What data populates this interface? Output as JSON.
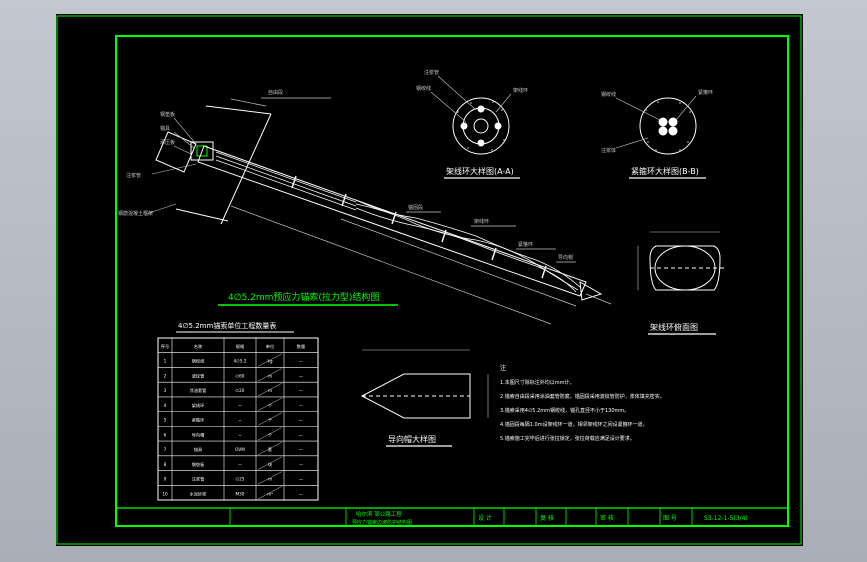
{
  "colors": {
    "background": "#000000",
    "frame": "#00ff00",
    "linework": "#ffffff",
    "dimension": "#c8c8c8",
    "hatch": "#ffffff",
    "viewport": "#b8bcc4"
  },
  "drawing": {
    "main_title": "4∅5.2mm预应力锚索(拉力型)结构图",
    "table_title": "4∅5.2mm锚索单位工程数量表",
    "section_aa_title": "架线环大样图(A-A)",
    "section_bb_title": "紧箍环大样图(B-B)",
    "front_view_title": "架线环俯面图",
    "guide_cap_title": "导向帽大样图",
    "notes_heading": "注",
    "notes": [
      "1.本图尺寸除标注外均以mm计。",
      "2.锚索自由段采用涂油套管防腐，锚固段采用波纹管防护，浆体填充密实。",
      "3.锚索采用4∅5.2mm钢绞线，锚孔直径不小于130mm。",
      "4.锚固段每隔1.0m设架线环一道，相邻架线环之间设紧箍环一道。",
      "5.锚索施工完毕后进行张拉锁定，张拉荷载应满足设计要求。"
    ]
  },
  "title_block": {
    "project_line1": "哈尔滨  某公路工程",
    "project_line2": "预应力锚索边坡防护结构图",
    "designer_label": "设 计",
    "checker_label": "复 核",
    "reviewer_label": "审 核",
    "drawing_no_label": "图 号",
    "drawing_no": "S3-12-1-5(3/4)"
  },
  "anchor_labels": {
    "l1": "钢垫板",
    "l2": "锚具",
    "l3": "承压板",
    "l4": "钢筋混凝土框架",
    "l5": "自由段",
    "l6": "锚固段",
    "l7": "架线环",
    "l8": "紧箍环",
    "l9": "导向帽",
    "l10": "注浆管"
  },
  "section_labels": {
    "a1": "注浆管",
    "a2": "钢绞线",
    "a3": "架线环",
    "b1": "钢绞线",
    "b2": "紧箍环",
    "b3": "注浆体"
  },
  "table": {
    "headers": [
      "序号",
      "名称",
      "规格",
      "单位",
      "数量"
    ],
    "rows": [
      [
        "1",
        "钢绞线",
        "4∅5.2",
        "kg",
        "—"
      ],
      [
        "2",
        "波纹管",
        "∅60",
        "m",
        "—"
      ],
      [
        "3",
        "涂油套管",
        "∅20",
        "m",
        "—"
      ],
      [
        "4",
        "架线环",
        "—",
        "个",
        "—"
      ],
      [
        "5",
        "紧箍环",
        "—",
        "个",
        "—"
      ],
      [
        "6",
        "导向帽",
        "—",
        "个",
        "—"
      ],
      [
        "7",
        "锚具",
        "OVM",
        "套",
        "—"
      ],
      [
        "8",
        "钢垫板",
        "—",
        "块",
        "—"
      ],
      [
        "9",
        "注浆管",
        "∅25",
        "m",
        "—"
      ],
      [
        "10",
        "水泥砂浆",
        "M30",
        "m³",
        "—"
      ]
    ]
  }
}
